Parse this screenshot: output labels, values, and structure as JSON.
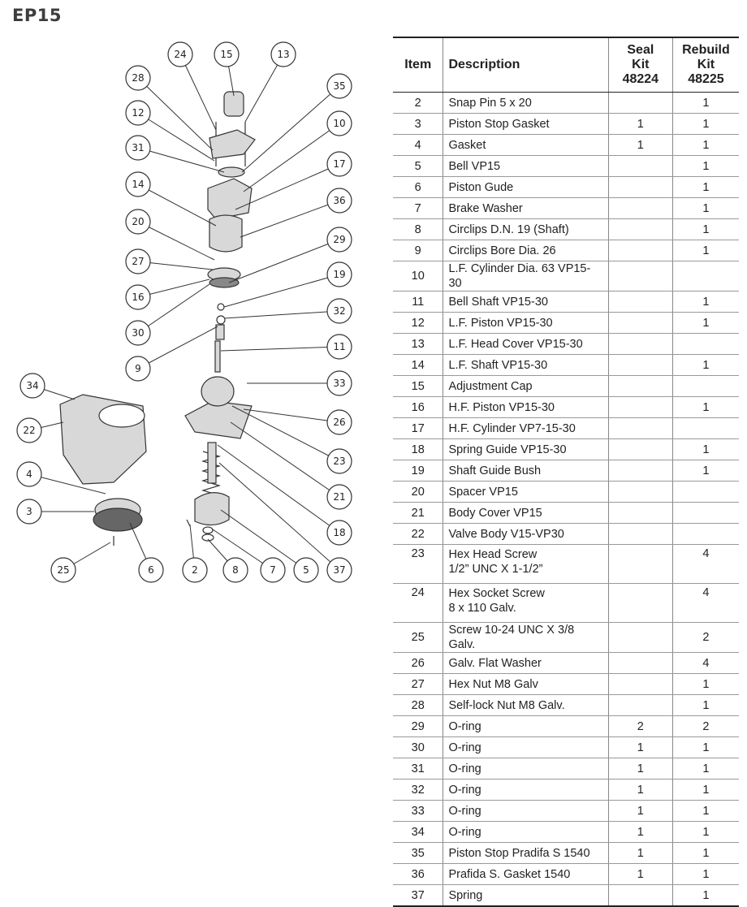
{
  "title": "EP15",
  "table": {
    "headers": {
      "item": "Item",
      "description": "Description",
      "seal_kit": [
        "Seal",
        "Kit",
        "48224"
      ],
      "rebuild_kit": [
        "Rebuild",
        "Kit",
        "48225"
      ]
    },
    "rows": [
      {
        "item": "2",
        "description": "Snap Pin 5 x 20",
        "seal": "",
        "rebuild": "1"
      },
      {
        "item": "3",
        "description": "Piston Stop Gasket",
        "seal": "1",
        "rebuild": "1"
      },
      {
        "item": "4",
        "description": "Gasket",
        "seal": "1",
        "rebuild": "1"
      },
      {
        "item": "5",
        "description": "Bell VP15",
        "seal": "",
        "rebuild": "1"
      },
      {
        "item": "6",
        "description": "Piston Gude",
        "seal": "",
        "rebuild": "1"
      },
      {
        "item": "7",
        "description": "Brake Washer",
        "seal": "",
        "rebuild": "1"
      },
      {
        "item": "8",
        "description": "Circlips D.N. 19 (Shaft)",
        "seal": "",
        "rebuild": "1"
      },
      {
        "item": "9",
        "description": "Circlips Bore Dia. 26",
        "seal": "",
        "rebuild": "1"
      },
      {
        "item": "10",
        "description": "L.F. Cylinder Dia. 63 VP15-30",
        "seal": "",
        "rebuild": ""
      },
      {
        "item": "11",
        "description": "Bell Shaft VP15-30",
        "seal": "",
        "rebuild": "1"
      },
      {
        "item": "12",
        "description": "L.F. Piston VP15-30",
        "seal": "",
        "rebuild": "1"
      },
      {
        "item": "13",
        "description": "L.F. Head Cover VP15-30",
        "seal": "",
        "rebuild": ""
      },
      {
        "item": "14",
        "description": "L.F. Shaft VP15-30",
        "seal": "",
        "rebuild": "1"
      },
      {
        "item": "15",
        "description": "Adjustment Cap",
        "seal": "",
        "rebuild": ""
      },
      {
        "item": "16",
        "description": "H.F. Piston VP15-30",
        "seal": "",
        "rebuild": "1"
      },
      {
        "item": "17",
        "description": "H.F. Cylinder VP7-15-30",
        "seal": "",
        "rebuild": ""
      },
      {
        "item": "18",
        "description": "Spring Guide VP15-30",
        "seal": "",
        "rebuild": "1"
      },
      {
        "item": "19",
        "description": "Shaft Guide Bush",
        "seal": "",
        "rebuild": "1"
      },
      {
        "item": "20",
        "description": "Spacer VP15",
        "seal": "",
        "rebuild": ""
      },
      {
        "item": "21",
        "description": "Body Cover VP15",
        "seal": "",
        "rebuild": ""
      },
      {
        "item": "22",
        "description": "Valve Body V15-VP30",
        "seal": "",
        "rebuild": ""
      },
      {
        "item": "23",
        "description": "Hex Head Screw\n1/2” UNC X 1-1/2”",
        "seal": "",
        "rebuild": "4",
        "tall": true
      },
      {
        "item": "24",
        "description": "Hex Socket Screw\n8 x 110 Galv.",
        "seal": "",
        "rebuild": "4",
        "tall": true
      },
      {
        "item": "25",
        "description": "Screw 10-24 UNC X 3/8 Galv.",
        "seal": "",
        "rebuild": "2"
      },
      {
        "item": "26",
        "description": "Galv. Flat Washer",
        "seal": "",
        "rebuild": "4"
      },
      {
        "item": "27",
        "description": "Hex Nut M8 Galv",
        "seal": "",
        "rebuild": "1"
      },
      {
        "item": "28",
        "description": "Self-lock Nut M8 Galv.",
        "seal": "",
        "rebuild": "1"
      },
      {
        "item": "29",
        "description": "O-ring",
        "seal": "2",
        "rebuild": "2"
      },
      {
        "item": "30",
        "description": "O-ring",
        "seal": "1",
        "rebuild": "1"
      },
      {
        "item": "31",
        "description": "O-ring",
        "seal": "1",
        "rebuild": "1"
      },
      {
        "item": "32",
        "description": "O-ring",
        "seal": "1",
        "rebuild": "1"
      },
      {
        "item": "33",
        "description": "O-ring",
        "seal": "1",
        "rebuild": "1"
      },
      {
        "item": "34",
        "description": "O-ring",
        "seal": "1",
        "rebuild": "1"
      },
      {
        "item": "35",
        "description": "Piston Stop Pradifa S 1540",
        "seal": "1",
        "rebuild": "1"
      },
      {
        "item": "36",
        "description": "Prafida S. Gasket 1540",
        "seal": "1",
        "rebuild": "1"
      },
      {
        "item": "37",
        "description": "Spring",
        "seal": "",
        "rebuild": "1"
      }
    ]
  },
  "diagram": {
    "callouts": [
      "24",
      "15",
      "13",
      "28",
      "35",
      "12",
      "10",
      "31",
      "17",
      "14",
      "36",
      "20",
      "29",
      "27",
      "19",
      "16",
      "32",
      "30",
      "11",
      "9",
      "33",
      "34",
      "26",
      "22",
      "23",
      "4",
      "21",
      "3",
      "18",
      "25",
      "6",
      "2",
      "8",
      "7",
      "5",
      "37"
    ]
  }
}
